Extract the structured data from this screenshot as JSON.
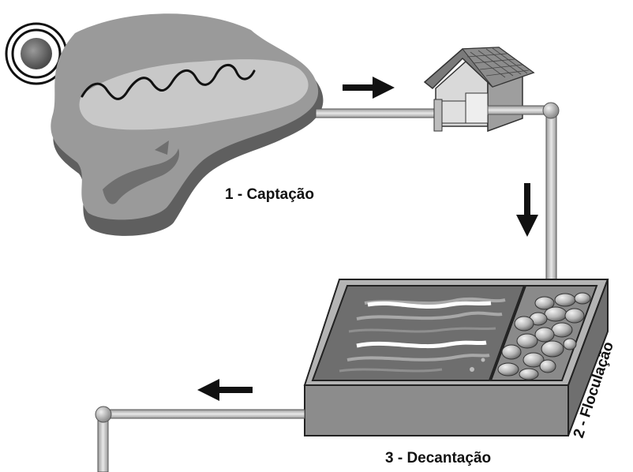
{
  "labels": {
    "captacao": "1 - Captação",
    "floculacao": "2 - Floculação",
    "decantacao": "3 - Decantação"
  },
  "icons": {
    "sun": "sun-icon",
    "flow_right": "arrow-right-icon",
    "flow_down": "arrow-down-icon",
    "flow_left": "arrow-left-icon"
  },
  "colors": {
    "background": "#ffffff",
    "outline": "#111111",
    "lake_dark": "#5f5f5f",
    "lake_mid": "#9a9a9a",
    "lake_light": "#c8c8c8",
    "pipe_fill": "#cfcfcf",
    "tank_side": "#8c8c8c",
    "tank_top": "#b4b4b4",
    "water": "#6e6e6e"
  }
}
